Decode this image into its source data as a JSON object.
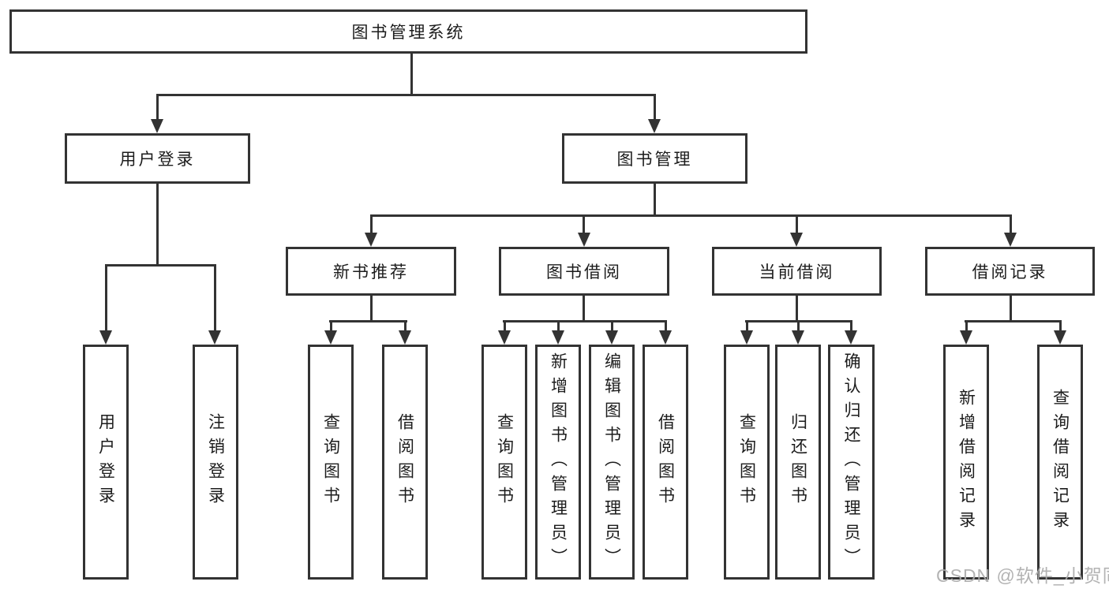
{
  "colors": {
    "background": "#ffffff",
    "line": "#333333",
    "box_border": "#333333",
    "text": "#1c1c1c",
    "watermark": "#adadad"
  },
  "diagram": {
    "root": {
      "label": "图书管理系统"
    },
    "level2": [
      {
        "id": "user-login",
        "label": "用户登录"
      },
      {
        "id": "book-management",
        "label": "图书管理"
      }
    ],
    "level3": [
      {
        "id": "new-book-recommend",
        "label": "新书推荐"
      },
      {
        "id": "book-borrow",
        "label": "图书借阅"
      },
      {
        "id": "current-borrow",
        "label": "当前借阅"
      },
      {
        "id": "borrow-record",
        "label": "借阅记录"
      }
    ],
    "leaves": {
      "user_login": [
        {
          "label": "用户登录"
        },
        {
          "label": "注销登录"
        }
      ],
      "new_book": [
        {
          "label": "查询图书"
        },
        {
          "label": "借阅图书"
        }
      ],
      "book_borrow": [
        {
          "label": "查询图书"
        },
        {
          "label": "新增图书（管理员）"
        },
        {
          "label": "编辑图书（管理员）"
        },
        {
          "label": "借阅图书"
        }
      ],
      "current_borrow": [
        {
          "label": "查询图书"
        },
        {
          "label": "归还图书"
        },
        {
          "label": "确认归还（管理员）"
        }
      ],
      "borrow_record": [
        {
          "label": "新增借阅记录"
        },
        {
          "label": "查询借阅记录"
        }
      ]
    }
  },
  "watermark": {
    "text": "CSDN @软件_小贺同学"
  }
}
